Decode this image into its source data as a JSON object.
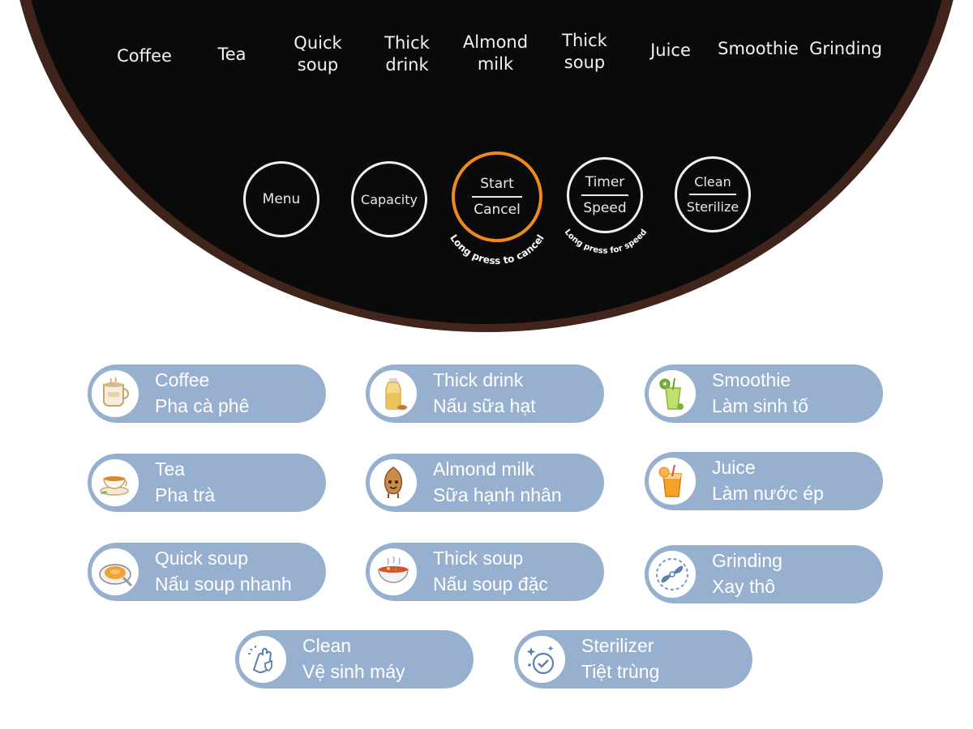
{
  "menu_labels": [
    "Coffee",
    "Tea",
    "Quick\nsoup",
    "Thick\ndrink",
    "Almond\nmilk",
    "Thick\nsoup",
    "Juice",
    "Smoothie",
    "Grinding"
  ],
  "buttons": {
    "menu": "Menu",
    "capacity": "Capacity",
    "start_top": "Start",
    "start_bottom": "Cancel",
    "timer_top": "Timer",
    "timer_bottom": "Speed",
    "clean_top": "Clean",
    "clean_bottom": "Sterilize"
  },
  "hints": {
    "cancel": "Long press to cancel",
    "speed": "Long press for speed"
  },
  "features": [
    {
      "en": "Coffee",
      "vi": "Pha cà phê",
      "icon": "coffee-cup-icon"
    },
    {
      "en": "Thick drink",
      "vi": "Nấu sữa hạt",
      "icon": "milk-bottle-icon"
    },
    {
      "en": "Smoothie",
      "vi": "Làm sinh tố",
      "icon": "smoothie-glass-icon"
    },
    {
      "en": "Tea",
      "vi": "Pha trà",
      "icon": "tea-cup-icon"
    },
    {
      "en": "Almond milk",
      "vi": "Sữa hạnh nhân",
      "icon": "almond-icon"
    },
    {
      "en": "Juice",
      "vi": "Làm nước ép",
      "icon": "juice-glass-icon"
    },
    {
      "en": "Quick soup",
      "vi": "Nấu soup nhanh",
      "icon": "soup-plate-icon"
    },
    {
      "en": "Thick soup",
      "vi": "Nấu soup đặc",
      "icon": "soup-bowl-icon"
    },
    {
      "en": "Grinding",
      "vi": "Xay thô",
      "icon": "blade-icon"
    },
    {
      "en": "Clean",
      "vi": "Vệ sinh máy",
      "icon": "clean-hand-icon"
    },
    {
      "en": "Sterilizer",
      "vi": "Tiệt trùng",
      "icon": "sterilize-check-icon"
    }
  ],
  "colors": {
    "panel": "#0a0a0a",
    "accent_orange": "#f08a1e",
    "pill": "#98b0cf"
  }
}
